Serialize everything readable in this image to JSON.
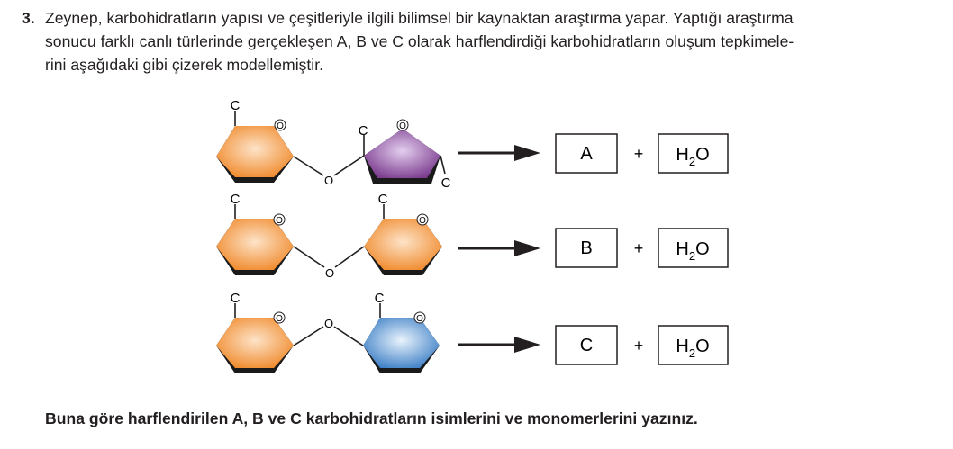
{
  "question": {
    "number": "3.",
    "lines": [
      "Zeynep, karbohidratların yapısı ve çeşitleriyle ilgili bilimsel bir kaynaktan araştırma yapar. Yaptığı araştırma",
      "sonucu farklı canlı türlerinde gerçekleşen A, B ve C olarak harflendirdiği karbohidratların oluşum tepkimele-",
      "rini aşağıdaki gibi çizerek modellemiştir."
    ]
  },
  "figure": {
    "atom_carbon": "C",
    "atom_oxygen": "O",
    "ring_oxygen": "O",
    "plus": "+",
    "water": {
      "main": "H",
      "sub": "2",
      "tail": "O"
    },
    "reactions": [
      {
        "product": "A",
        "left_ring": "hexagon-orange",
        "right_ring": "pentagon-purple"
      },
      {
        "product": "B",
        "left_ring": "hexagon-orange",
        "right_ring": "hexagon-orange"
      },
      {
        "product": "C",
        "left_ring": "hexagon-orange",
        "right_ring": "hexagon-blue"
      }
    ],
    "colors": {
      "orange_center": "#fde3c8",
      "orange_edge": "#f08a2c",
      "purple_center": "#e3cdee",
      "purple_edge": "#7b3c8e",
      "blue_center": "#e9f3fc",
      "blue_edge": "#3d7fc6",
      "shadow": "#1a1a1a"
    }
  },
  "footer": "Buna göre harflendirilen A, B ve C karbohidratların isimlerini ve monomerlerini yazınız."
}
